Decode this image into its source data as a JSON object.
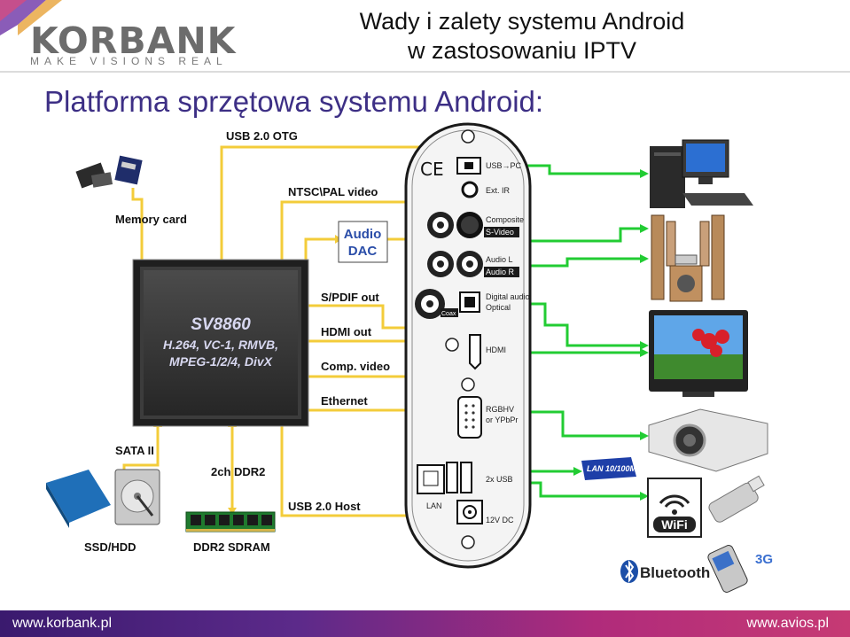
{
  "header": {
    "logo_text": "KORBANK",
    "logo_tagline": "MAKE VISIONS REAL",
    "title_line1": "Wady i zalety systemu Android",
    "title_line2": "w zastosowaniu IPTV"
  },
  "subtitle": "Platforma sprzętowa systemu Android:",
  "chip": {
    "name": "SV8860",
    "codecs_line1": "H.264, VC-1, RMVB,",
    "codecs_line2": "MPEG-1/2/4, DivX"
  },
  "labels": {
    "usb_otg": "USB 2.0 OTG",
    "ntsc_pal": "NTSC\\PAL video",
    "memory_card": "Memory card",
    "audio": "Audio",
    "dac": "DAC",
    "spdif": "S/PDIF out",
    "hdmi_out": "HDMI out",
    "comp_video": "Comp. video",
    "ethernet": "Ethernet",
    "sata": "SATA II",
    "ddr2": "2ch DDR2",
    "usb_host": "USB 2.0 Host",
    "ssd_hdd": "SSD/HDD",
    "ddr2_sdram": "DDR2 SDRAM"
  },
  "device_panel": {
    "usb_pc": "USB→PC",
    "ext_ir": "Ext. IR",
    "composite": "Composite",
    "svideo": "S-Video",
    "audio_l": "Audio L",
    "audio_r": "Audio R",
    "digital_audio": "Digital audio",
    "optical": "Optical",
    "coax": "Coax",
    "hdmi": "HDMI",
    "rgbhv": "RGBHV",
    "ypbpr": "or YPbPr",
    "usb2x": "2x USB",
    "lan": "LAN",
    "dc": "12V DC"
  },
  "peripherals": {
    "lan_badge": "LAN 10/100M",
    "wifi": "WiFi",
    "bluetooth": "Bluetooth",
    "g3": "3G"
  },
  "footer": {
    "left": "www.korbank.pl",
    "right": "www.avios.pl"
  },
  "colors": {
    "yellow_line": "#f3cc3a",
    "green_line": "#22cc33",
    "chip_bg": "#2a2a2a",
    "chip_text": "#d8d8f0",
    "subtitle": "#3d2f85"
  }
}
